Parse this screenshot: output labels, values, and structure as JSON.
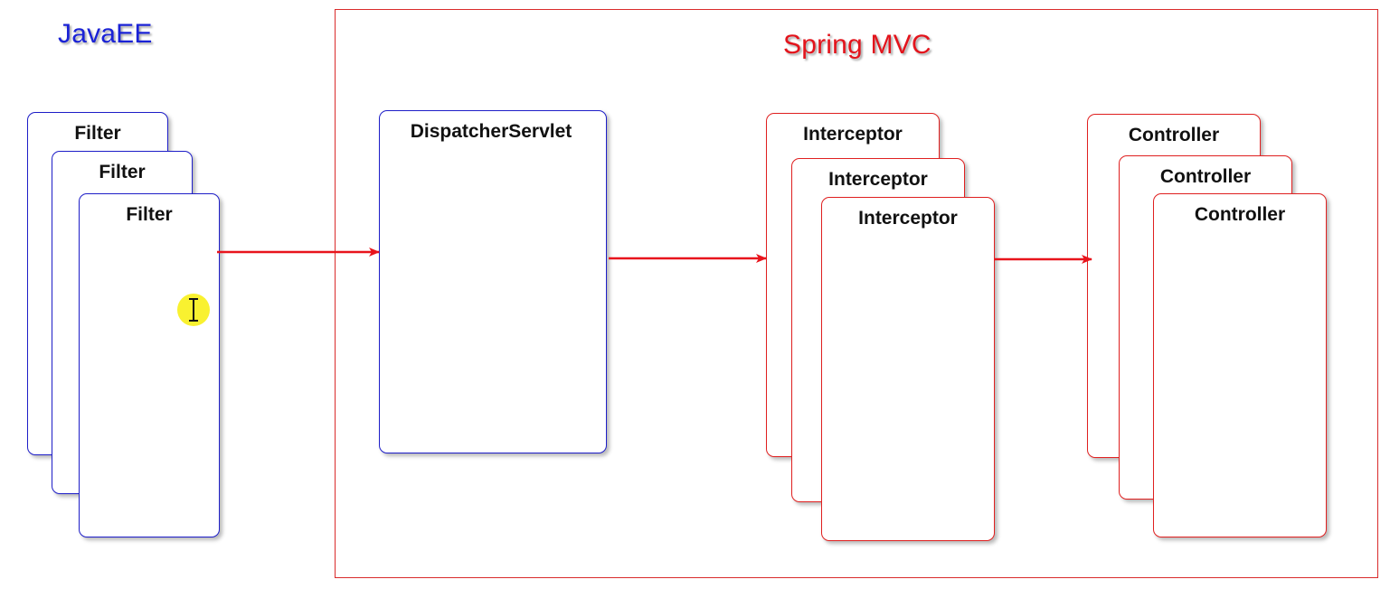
{
  "groups": {
    "javaee": {
      "title": "JavaEE",
      "color": "#1a22d6"
    },
    "spring": {
      "title": "Spring MVC",
      "color": "#e3141c"
    }
  },
  "filters": [
    "Filter",
    "Filter",
    "Filter"
  ],
  "dispatcher": {
    "label": "DispatcherServlet"
  },
  "interceptors": [
    "Interceptor",
    "Interceptor",
    "Interceptor"
  ],
  "controllers": [
    "Controller",
    "Controller",
    "Controller"
  ],
  "icons": {
    "cursor": "text-cursor-icon"
  },
  "colors": {
    "blue_border": "#1e1ec8",
    "red_border": "#e02020",
    "arrow": "#e8141c",
    "highlight": "#f8f01e"
  }
}
